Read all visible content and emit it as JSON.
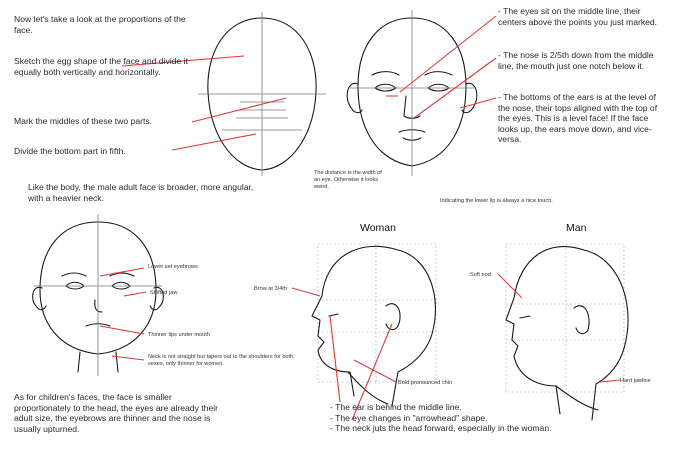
{
  "notes": {
    "intro": "Now let's take a look at the proportions of the face.",
    "sketch": "Sketch the egg shape of the face and divide it equally both vertically and horizontally.",
    "mark_middles": "Mark the middles of these two parts.",
    "divide_bottom": "Divide the bottom part in fifth.",
    "male_face": "Like the body, the male adult face is broader, more angular, with a heavier neck.",
    "eyes_middle": "- The eyes sit on the middle line, their centers above the points you just marked.",
    "nose": "- The nose is 2/5th down from the middle line, the mouth just one notch below it.",
    "ears": "- The bottoms of the ears is at the level of the nose, their tops aligned with the top of the eyes. This is a level face! If the face looks up, the ears move down, and vice-versa.",
    "eye_distance": "The distance is the width of an eye. Otherwise it looks weird.",
    "lower_lip": "Indicating the lower lip is always a nice touch.",
    "children": "As for children's faces, the face is smaller proportionately to the head, the eyes are already their adult size, the eyebrows are thinner and the nose is usually upturned.",
    "profile_notes": "- The ear is behind the middle line.\n- The eye changes in \"arrowhead\" shape.\n- The neck juts the head forward, especially in the woman."
  },
  "labels": {
    "lower_eyebrows": "Lower set eyebrows",
    "shifted_jaw": "Shifted jaw",
    "thinner_lips": "Thinner lips under mouth",
    "neck_note": "Neck is not straight but tapers out to the shoulders for both sexes, only thinner for women.",
    "brow_width": "Brow at 3/4th",
    "soft_nod": "Soft nod",
    "bold_chin": "Bold pronounced chin",
    "hard_jawline": "Hard jawline"
  },
  "headings": {
    "woman": "Woman",
    "man": "Man"
  },
  "colors": {
    "annotation": "#e03a3a",
    "guide_dashed": "#8fb3c9",
    "ink": "#1a1a1a"
  }
}
